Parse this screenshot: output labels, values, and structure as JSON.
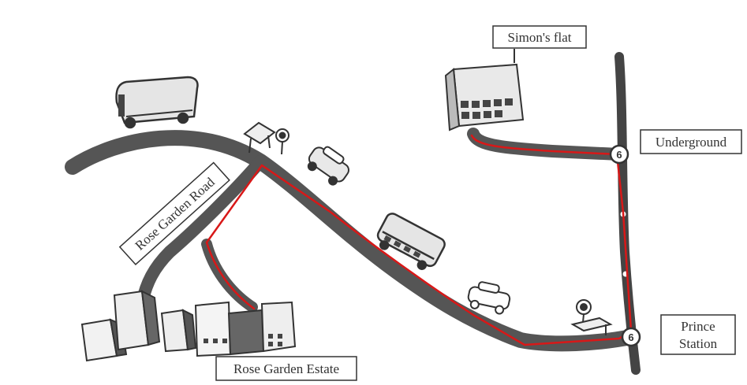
{
  "labels": {
    "simons_flat": "Simon's flat",
    "underground": "Underground",
    "prince_station_line1": "Prince",
    "prince_station_line2": "Station",
    "rose_garden_road": "Rose Garden Road",
    "rose_garden_estate": "Rose Garden Estate"
  },
  "icons": {
    "station_marker": "underground-station-icon",
    "bus": "bus-icon",
    "car": "car-icon",
    "bus_stop": "bus-stop-sign-icon",
    "buildings": "building-icon"
  },
  "colors": {
    "road": "#555555",
    "route": "#d81818",
    "rail": "#444444",
    "label_border": "#333333"
  }
}
